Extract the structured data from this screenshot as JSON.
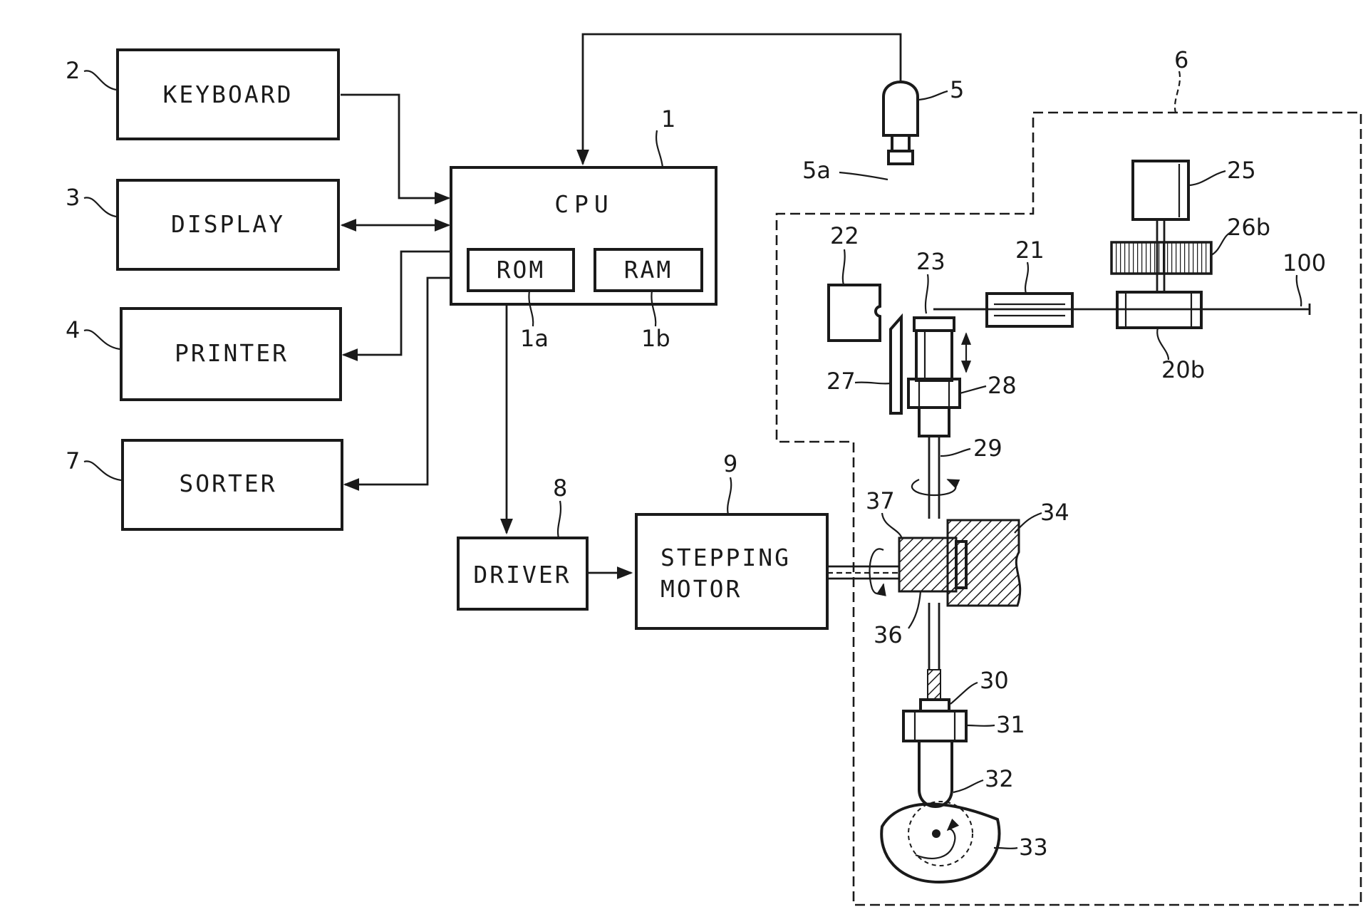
{
  "blocks": {
    "keyboard": "KEYBOARD",
    "display": "DISPLAY",
    "printer": "PRINTER",
    "sorter": "SORTER",
    "cpu": "CPU",
    "rom": "ROM",
    "ram": "RAM",
    "driver": "DRIVER",
    "stepping_motor_line1": "STEPPING",
    "stepping_motor_line2": "MOTOR"
  },
  "refs": {
    "r1": "1",
    "r1a": "1a",
    "r1b": "1b",
    "r2": "2",
    "r3": "3",
    "r4": "4",
    "r5": "5",
    "r5a": "5a",
    "r6": "6",
    "r7": "7",
    "r8": "8",
    "r9": "9",
    "r20b": "20b",
    "r21": "21",
    "r22": "22",
    "r23": "23",
    "r25": "25",
    "r26b": "26b",
    "r27": "27",
    "r28": "28",
    "r29": "29",
    "r30": "30",
    "r31": "31",
    "r32": "32",
    "r33": "33",
    "r34": "34",
    "r36": "36",
    "r37": "37",
    "r100": "100"
  }
}
